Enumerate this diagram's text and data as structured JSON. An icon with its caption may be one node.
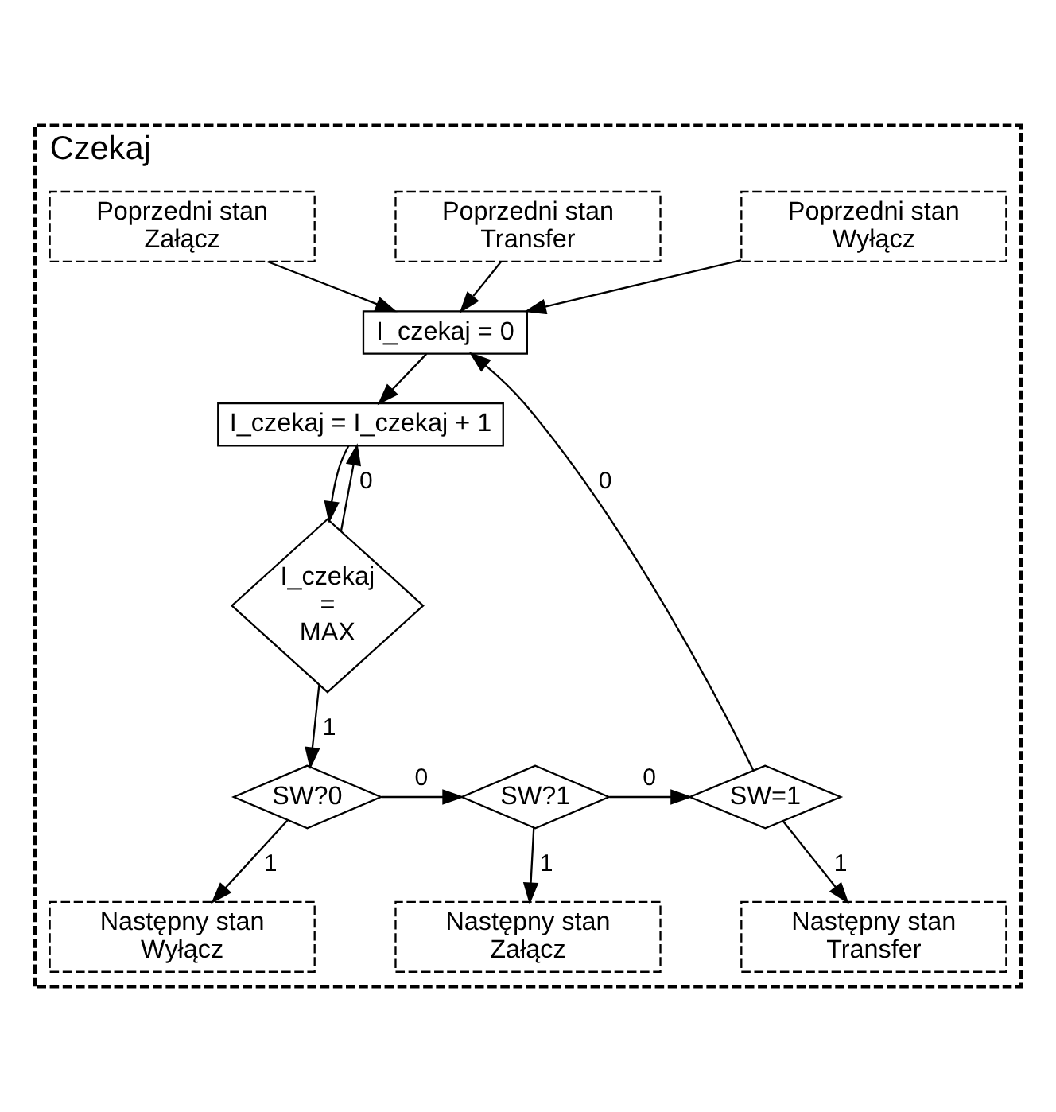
{
  "diagram": {
    "nodes": [
      {
        "text": [
          "Czekaj"
        ]
      },
      {
        "text": [
          "Poprzedni stan Załącz"
        ],
        "in": 0
      },
      {
        "text": [
          "Poprzedni stan Transfer"
        ],
        "in": 0
      },
      {
        "text": [
          "Poprzedni stan Wyłącz"
        ],
        "in": 0
      },
      {
        "text": [
          "I_czekaj = 0"
        ],
        "in": 0
      },
      {
        "text": [
          "I_czekaj = I_czekaj + 1"
        ],
        "in": 0
      },
      {
        "text": [
          "I_czekaj = MAX"
        ],
        "in": 0
      },
      {
        "text": [
          "SW?0"
        ],
        "in": 0
      },
      {
        "text": [
          "SW?1"
        ],
        "in": 0
      },
      {
        "text": [
          "SW=1"
        ],
        "in": 0
      },
      {
        "text": [
          "Następny stan Wyłącz"
        ],
        "in": 0
      },
      {
        "text": [
          "Następny stan Załącz"
        ],
        "in": 0
      },
      {
        "text": [
          "Następny stan Transfer"
        ],
        "in": 0
      }
    ],
    "edges": [
      {
        "from": 1,
        "to": 4,
        "arrow": "to"
      },
      {
        "from": 2,
        "to": 4,
        "arrow": "to"
      },
      {
        "from": 3,
        "to": 4,
        "arrow": "to"
      },
      {
        "from": 9,
        "to": 4,
        "arrow": "to",
        "label": "0"
      },
      {
        "from": 4,
        "to": 5,
        "arrow": "to"
      },
      {
        "from": 6,
        "to": 5,
        "arrow": "to",
        "label": "0"
      },
      {
        "from": 5,
        "to": 6,
        "arrow": "to"
      },
      {
        "from": 6,
        "to": 7,
        "arrow": "to",
        "label": "1"
      },
      {
        "from": 7,
        "to": 10,
        "arrow": "to",
        "label": "1"
      },
      {
        "from": 7,
        "to": 8,
        "arrow": "to",
        "label": "0"
      },
      {
        "from": 8,
        "to": 11,
        "arrow": "to",
        "label": "1"
      },
      {
        "from": 8,
        "to": 9,
        "arrow": "to",
        "label": "0"
      },
      {
        "from": 9,
        "to": 12,
        "arrow": "to",
        "label": "1"
      }
    ]
  }
}
